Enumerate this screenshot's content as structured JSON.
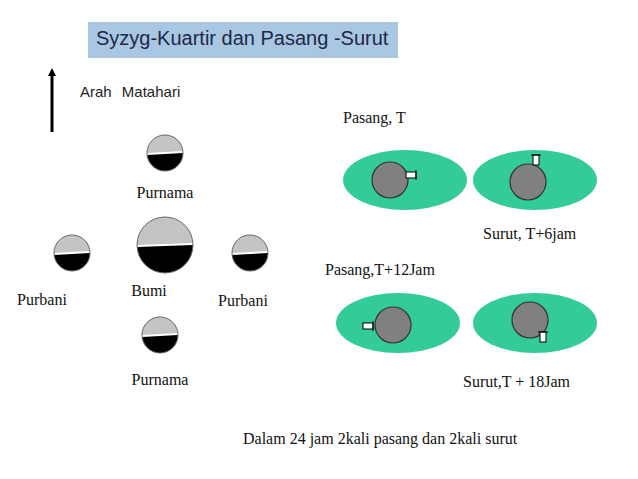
{
  "diagram": {
    "title": "Syzyg-Kuartir dan Pasang -Surut",
    "caption": "Dalam 24 jam 2kali pasang dan 2kali surut",
    "nodes": [
      {
        "text": [
          "Purnama"
        ]
      },
      {
        "text": [
          "Purbani"
        ]
      },
      {
        "text": [
          "Bumi"
        ]
      },
      {
        "text": [
          "Purbani"
        ]
      },
      {
        "text": [
          "Purnama"
        ]
      },
      {
        "text": [
          "Pasang, T"
        ]
      },
      {
        "text": [
          "Surut, T+6jam"
        ]
      },
      {
        "text": [
          "Pasang,T+12Jam"
        ]
      },
      {
        "text": [
          "Surut,T + 18Jam"
        ]
      }
    ],
    "labels": [
      "Arah Matahari"
    ]
  }
}
